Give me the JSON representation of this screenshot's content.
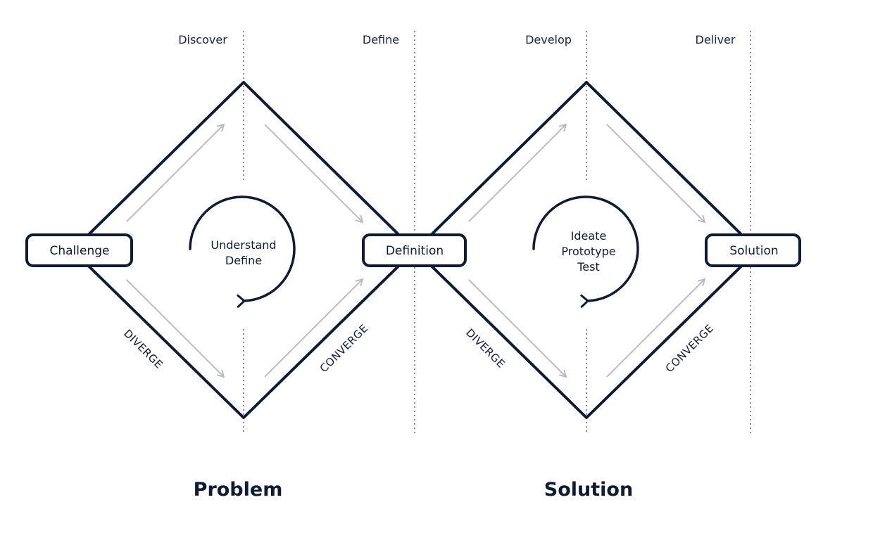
{
  "colors": {
    "outline": "#111a33",
    "arrow": "#b9bcc8",
    "guide": "#8a8d99",
    "text": "#111a33"
  },
  "phases": [
    "Discover",
    "Define",
    "Develop",
    "Deliver"
  ],
  "nodes": {
    "challenge": "Challenge",
    "definition": "Definition",
    "solution": "Solution"
  },
  "centers": {
    "problem": [
      "Understand",
      "Define"
    ],
    "solution": [
      "Ideate",
      "Prototype",
      "Test"
    ]
  },
  "side_labels": {
    "left_diverge": "DIVERGE",
    "left_converge": "CONVERGE",
    "right_diverge": "DIVERGE",
    "right_converge": "CONVERGE"
  },
  "spaces": {
    "problem": "Problem",
    "solution": "Solution"
  }
}
